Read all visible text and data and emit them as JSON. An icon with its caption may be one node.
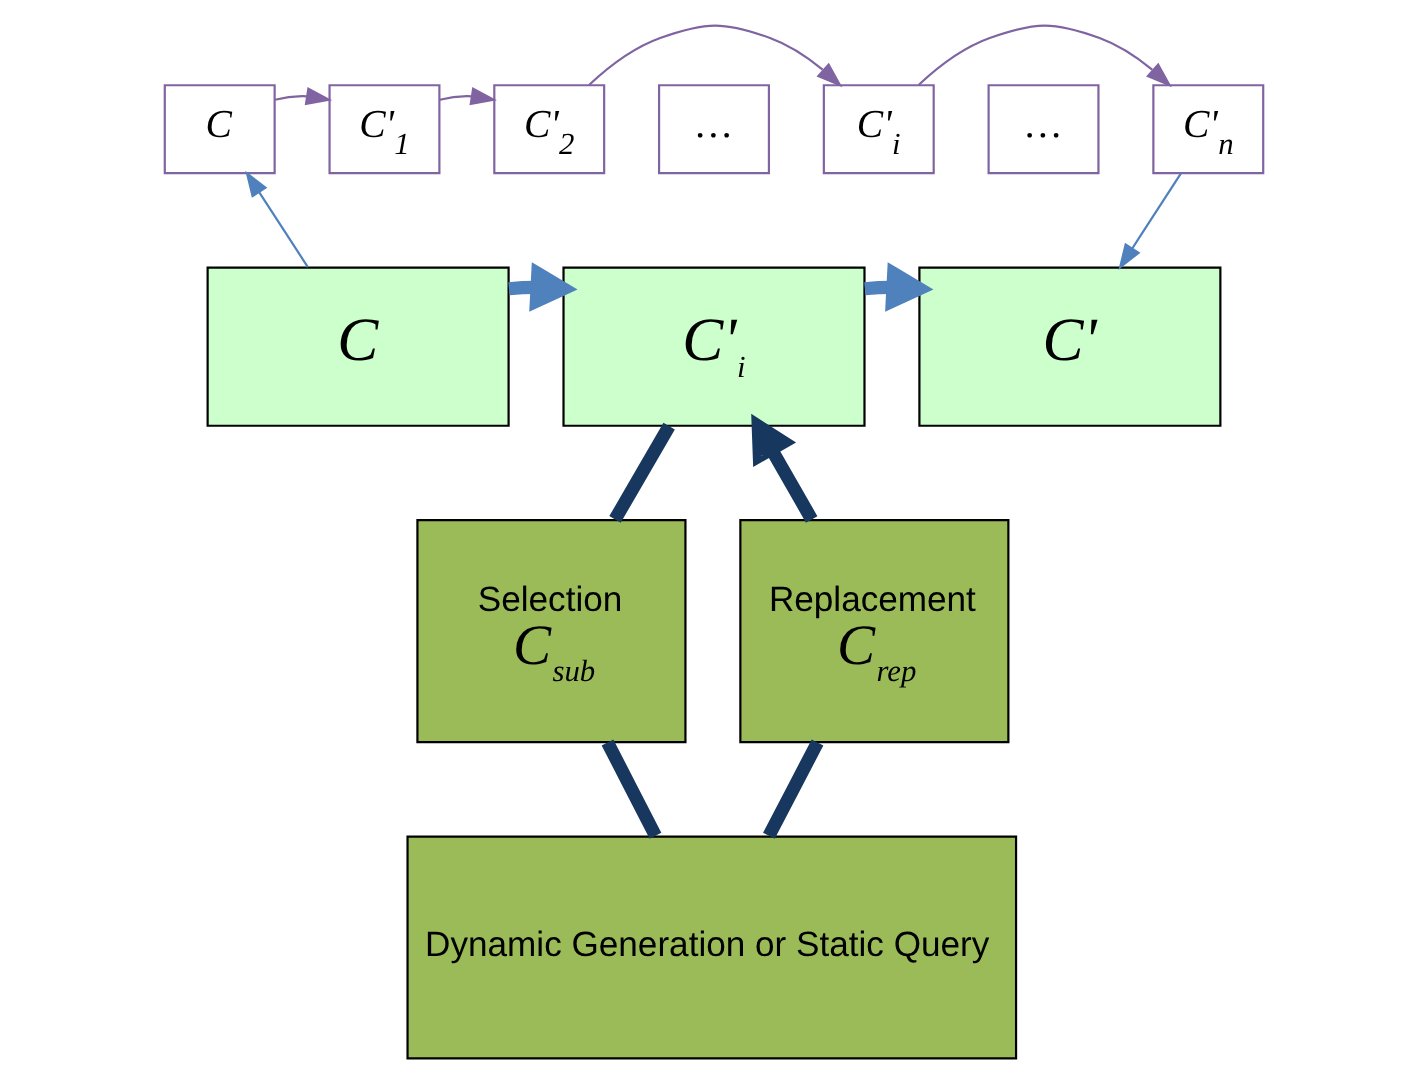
{
  "diagram": {
    "nodes": [
      {
        "text": [
          "C"
        ]
      },
      {
        "text": [
          "C'$_{1}$"
        ]
      },
      {
        "text": [
          "C'$_{2}$"
        ]
      },
      {
        "text": [
          "…"
        ]
      },
      {
        "text": [
          "C'$_{i}$"
        ]
      },
      {
        "text": [
          "…"
        ]
      },
      {
        "text": [
          "C'$_{n}$"
        ]
      },
      {
        "text": [
          "C"
        ]
      },
      {
        "text": [
          "C'$_{i}$"
        ]
      },
      {
        "text": [
          "C'"
        ]
      },
      {
        "text": [
          "Selection",
          "C$_{sub}$"
        ]
      },
      {
        "text": [
          "Replacement",
          "C$_{rep}$"
        ]
      },
      {
        "text": [
          "Dynamic Generation or Static Query"
        ]
      }
    ],
    "edges": [
      {
        "from": 0,
        "to": 1,
        "arrow": "to",
        "color": "#8064a2"
      },
      {
        "from": 1,
        "to": 2,
        "arrow": "to",
        "color": "#8064a2"
      },
      {
        "from": 2,
        "to": 4,
        "arrow": "to",
        "color": "#8064a2"
      },
      {
        "from": 4,
        "to": 6,
        "arrow": "to",
        "color": "#8064a2"
      },
      {
        "from": 7,
        "to": 0,
        "arrow": "to",
        "color": "#4f81bd"
      },
      {
        "from": 6,
        "to": 9,
        "arrow": "to",
        "color": "#4f81bd"
      },
      {
        "from": 7,
        "to": 8,
        "arrow": "to",
        "style": "thick",
        "color": "#4f81bd"
      },
      {
        "from": 8,
        "to": 9,
        "arrow": "to",
        "style": "thick",
        "color": "#4f81bd"
      },
      {
        "from": 8,
        "to": 10,
        "arrow": "none",
        "style": "thick",
        "color": "#17375e"
      },
      {
        "from": 10,
        "to": 12,
        "arrow": "none",
        "style": "thick",
        "color": "#17375e"
      },
      {
        "from": 12,
        "to": 11,
        "arrow": "none",
        "style": "thick",
        "color": "#17375e"
      },
      {
        "from": 11,
        "to": 8,
        "arrow": "to",
        "style": "thick",
        "color": "#17375e"
      }
    ]
  }
}
